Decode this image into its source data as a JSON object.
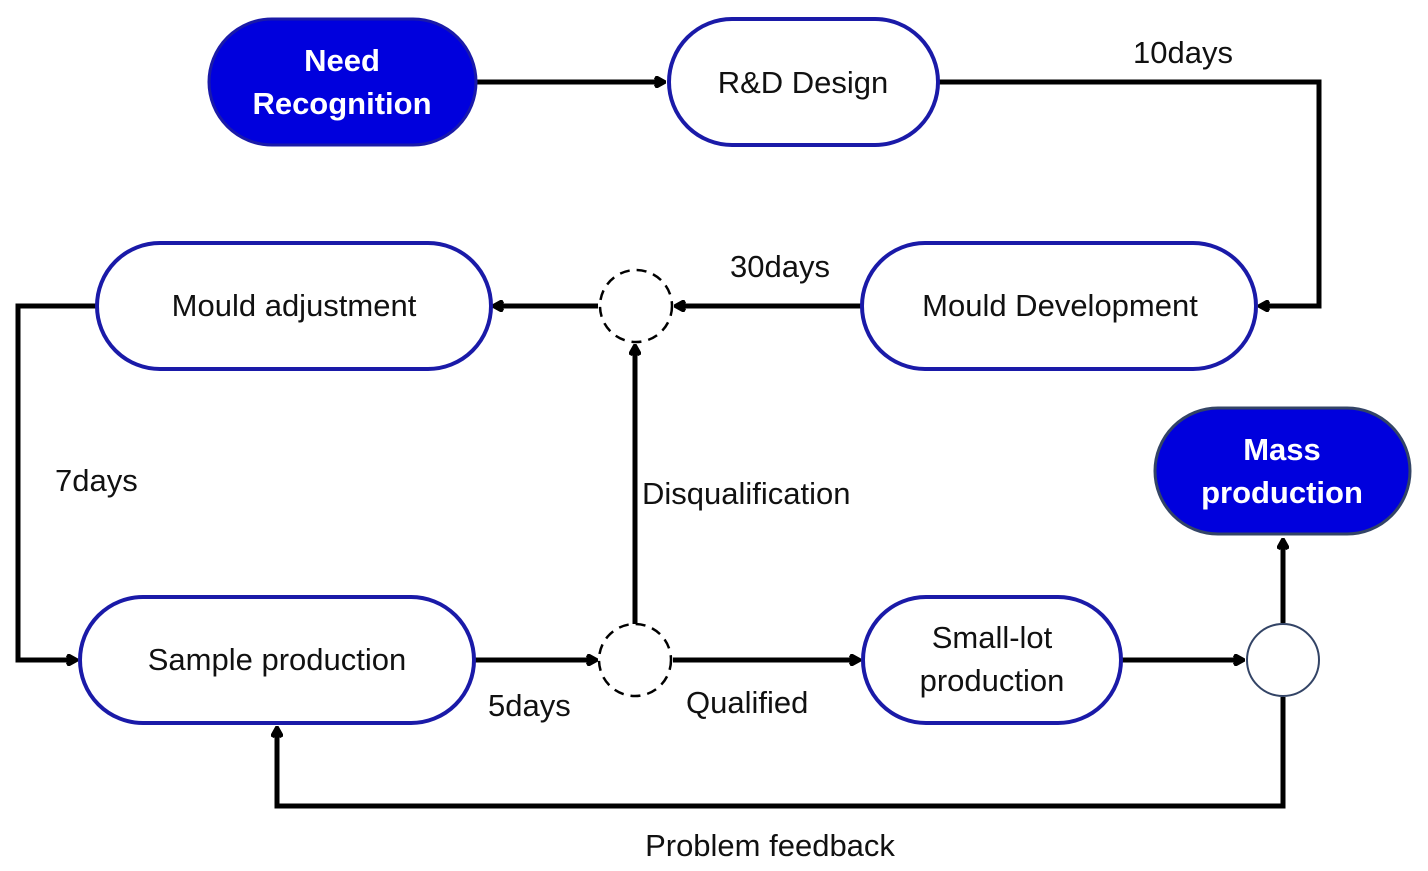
{
  "colors": {
    "accent": "#0000dd",
    "node_border": "#1a1aa8",
    "connector": "#000000",
    "gateway_outline": "#334466"
  },
  "nodes": {
    "need_recognition": {
      "line1": "Need",
      "line2": "Recognition"
    },
    "rd_design": {
      "label": "R&D Design"
    },
    "mould_development": {
      "label": "Mould Development"
    },
    "mould_adjustment": {
      "label": "Mould adjustment"
    },
    "sample_production": {
      "label": "Sample production"
    },
    "small_lot_production": {
      "line1": "Small-lot",
      "line2": "production"
    },
    "mass_production": {
      "line1": "Mass",
      "line2": "production"
    }
  },
  "edges": {
    "rd_to_mould_dev": "10days",
    "mould_dev_to_gateway": "30days",
    "mould_adj_to_sample": "7days",
    "gateway_up": "Disqualification",
    "sample_to_gateway": "5days",
    "gateway_to_small_lot": "Qualified",
    "feedback": "Problem feedback"
  }
}
